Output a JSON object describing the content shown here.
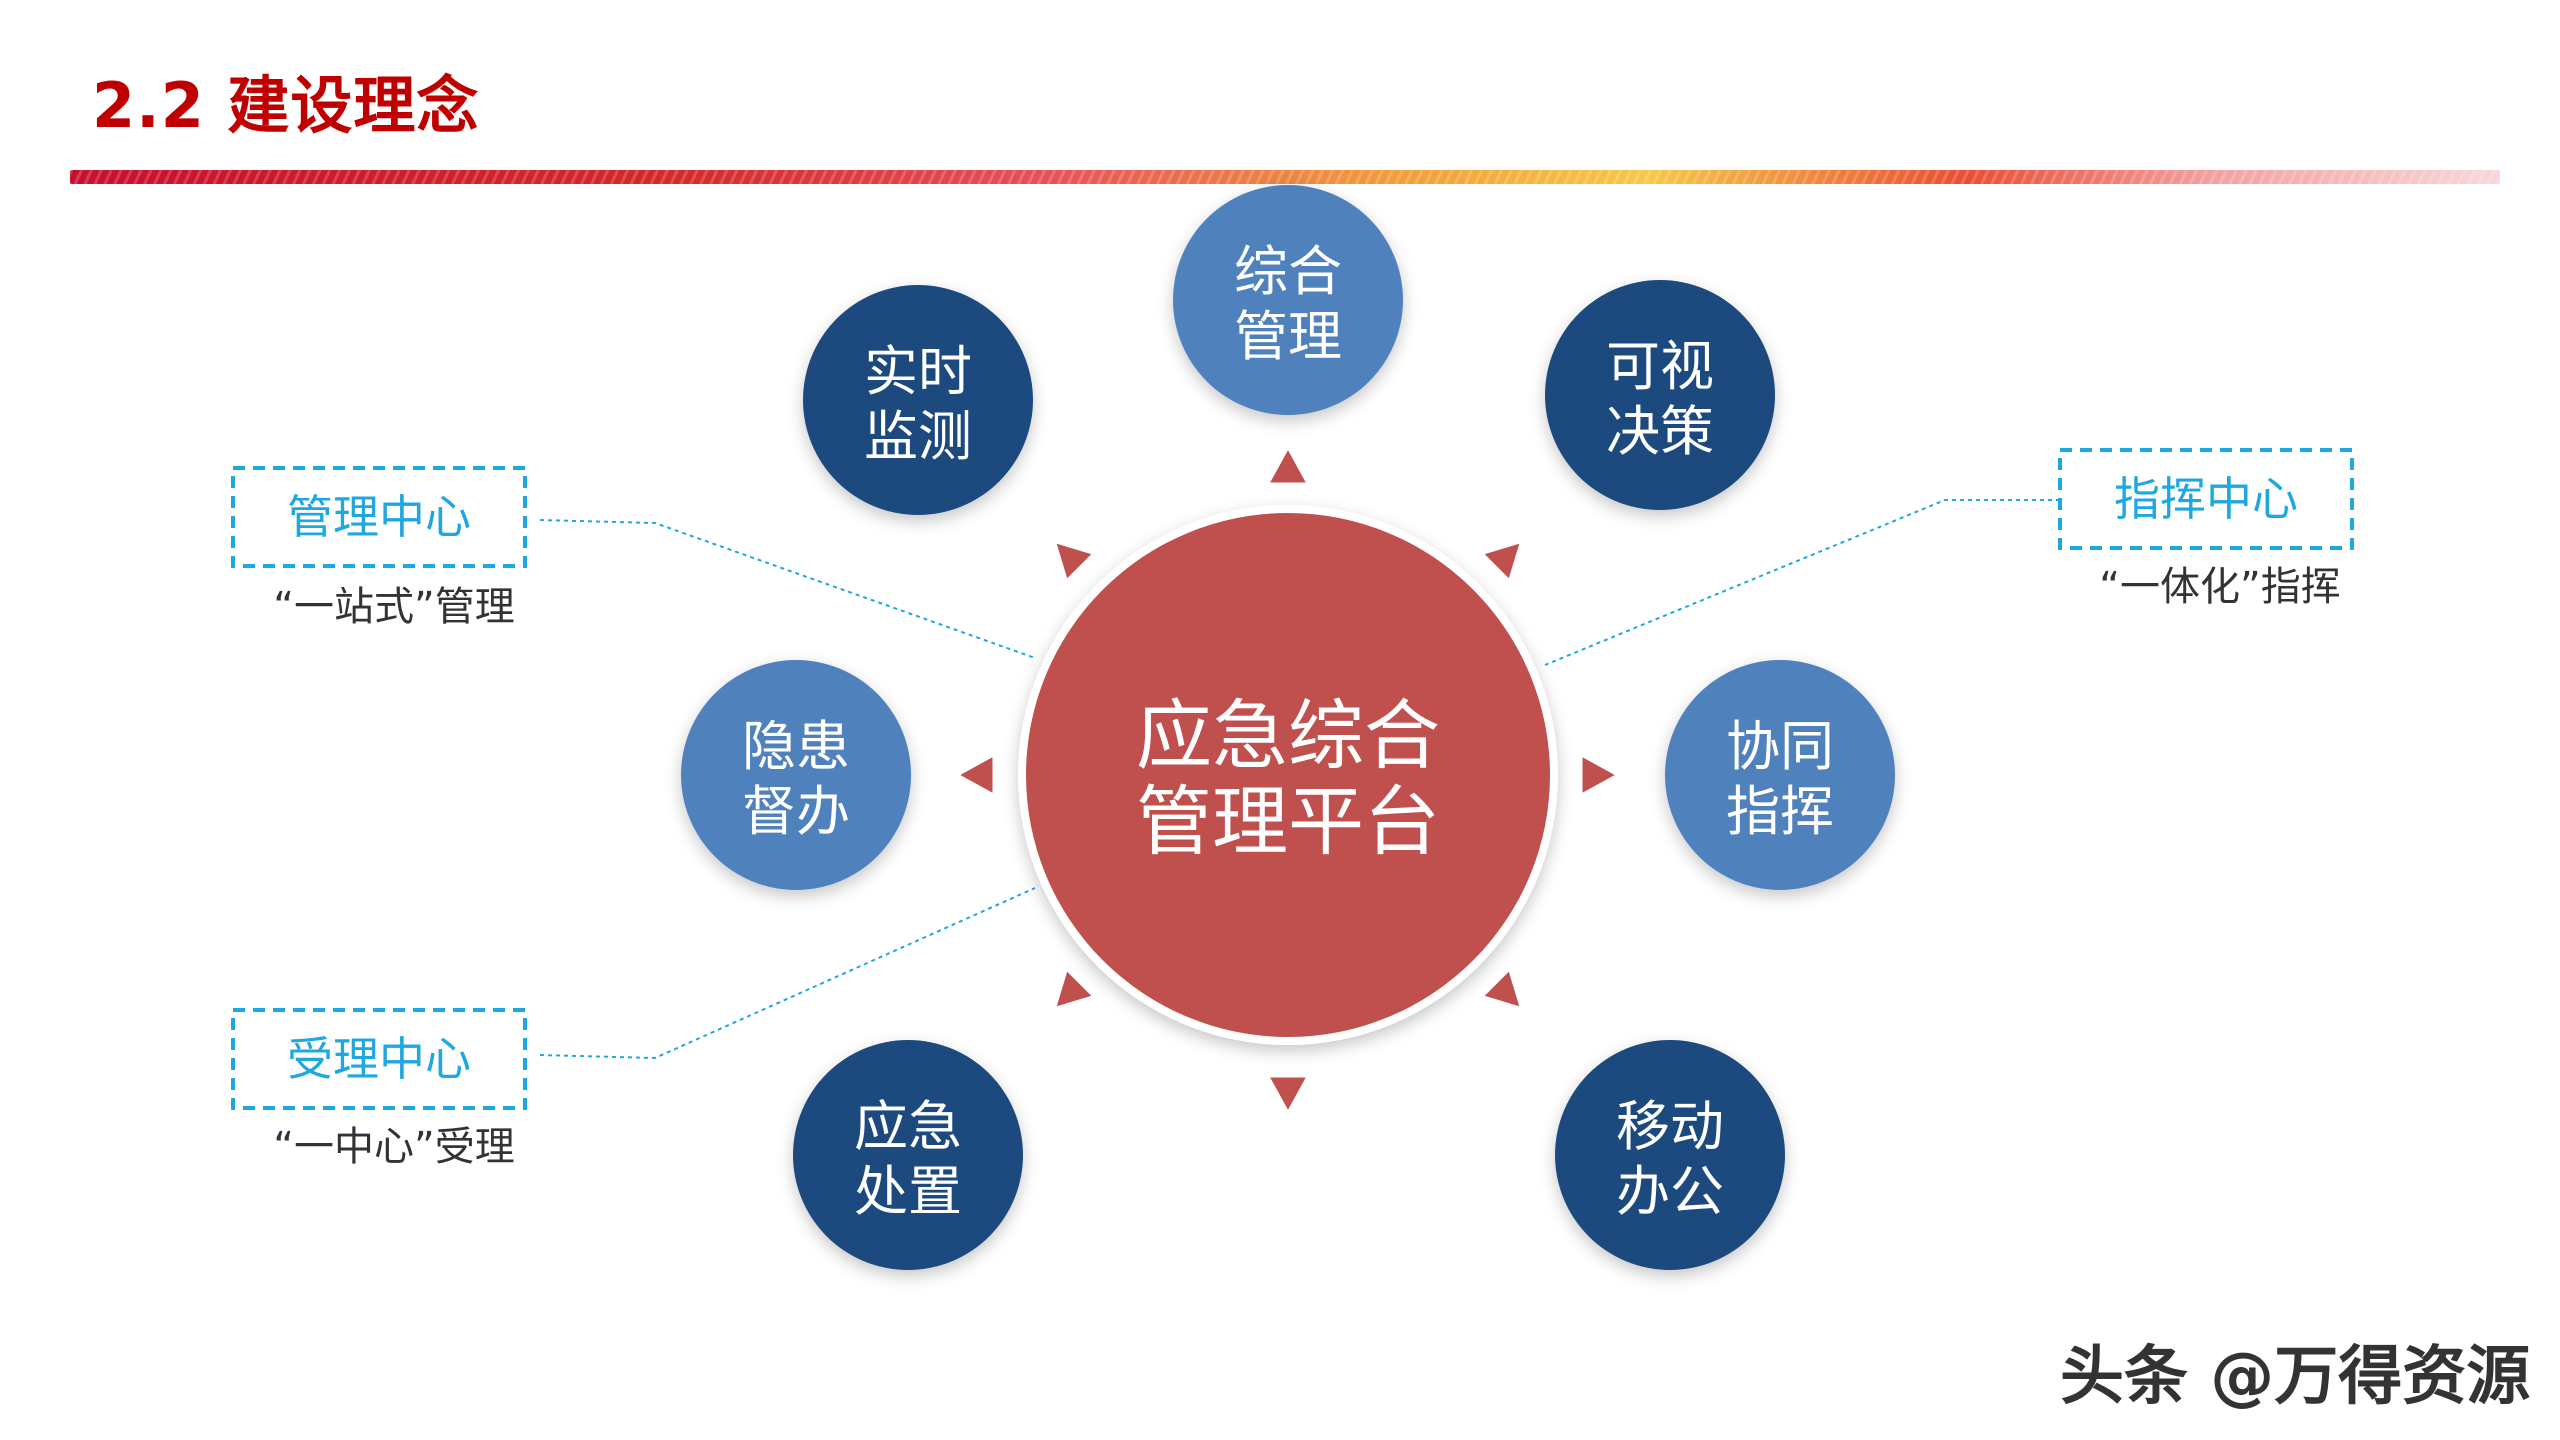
{
  "title": "2.2 建设理念",
  "center": {
    "line1": "应急综合",
    "line2": "管理平台"
  },
  "nodes": [
    {
      "id": "comprehensive",
      "line1": "综合",
      "line2": "管理"
    },
    {
      "id": "visual",
      "line1": "可视",
      "line2": "决策"
    },
    {
      "id": "collab",
      "line1": "协同",
      "line2": "指挥"
    },
    {
      "id": "mobile",
      "line1": "移动",
      "line2": "办公"
    },
    {
      "id": "emergency",
      "line1": "应急",
      "line2": "处置"
    },
    {
      "id": "hazard",
      "line1": "隐患",
      "line2": "督办"
    },
    {
      "id": "monitor",
      "line1": "实时",
      "line2": "监测"
    }
  ],
  "callouts": [
    {
      "id": "management-center",
      "label": "管理中心",
      "caption": "“一站式”管理"
    },
    {
      "id": "accept-center",
      "label": "受理中心",
      "caption": "“一中心”受理"
    },
    {
      "id": "command-center",
      "label": "指挥中心",
      "caption": "“一体化”指挥"
    }
  ],
  "colors": {
    "title": "#c00000",
    "center_fill": "#c0504d",
    "dark_node": "#1f4a7e",
    "light_node": "#4f81bd",
    "arrow": "#c0504d",
    "callout_border": "#1fa8e0",
    "callout_text": "#1fa8e0"
  },
  "watermark": "头条 @万得资源"
}
